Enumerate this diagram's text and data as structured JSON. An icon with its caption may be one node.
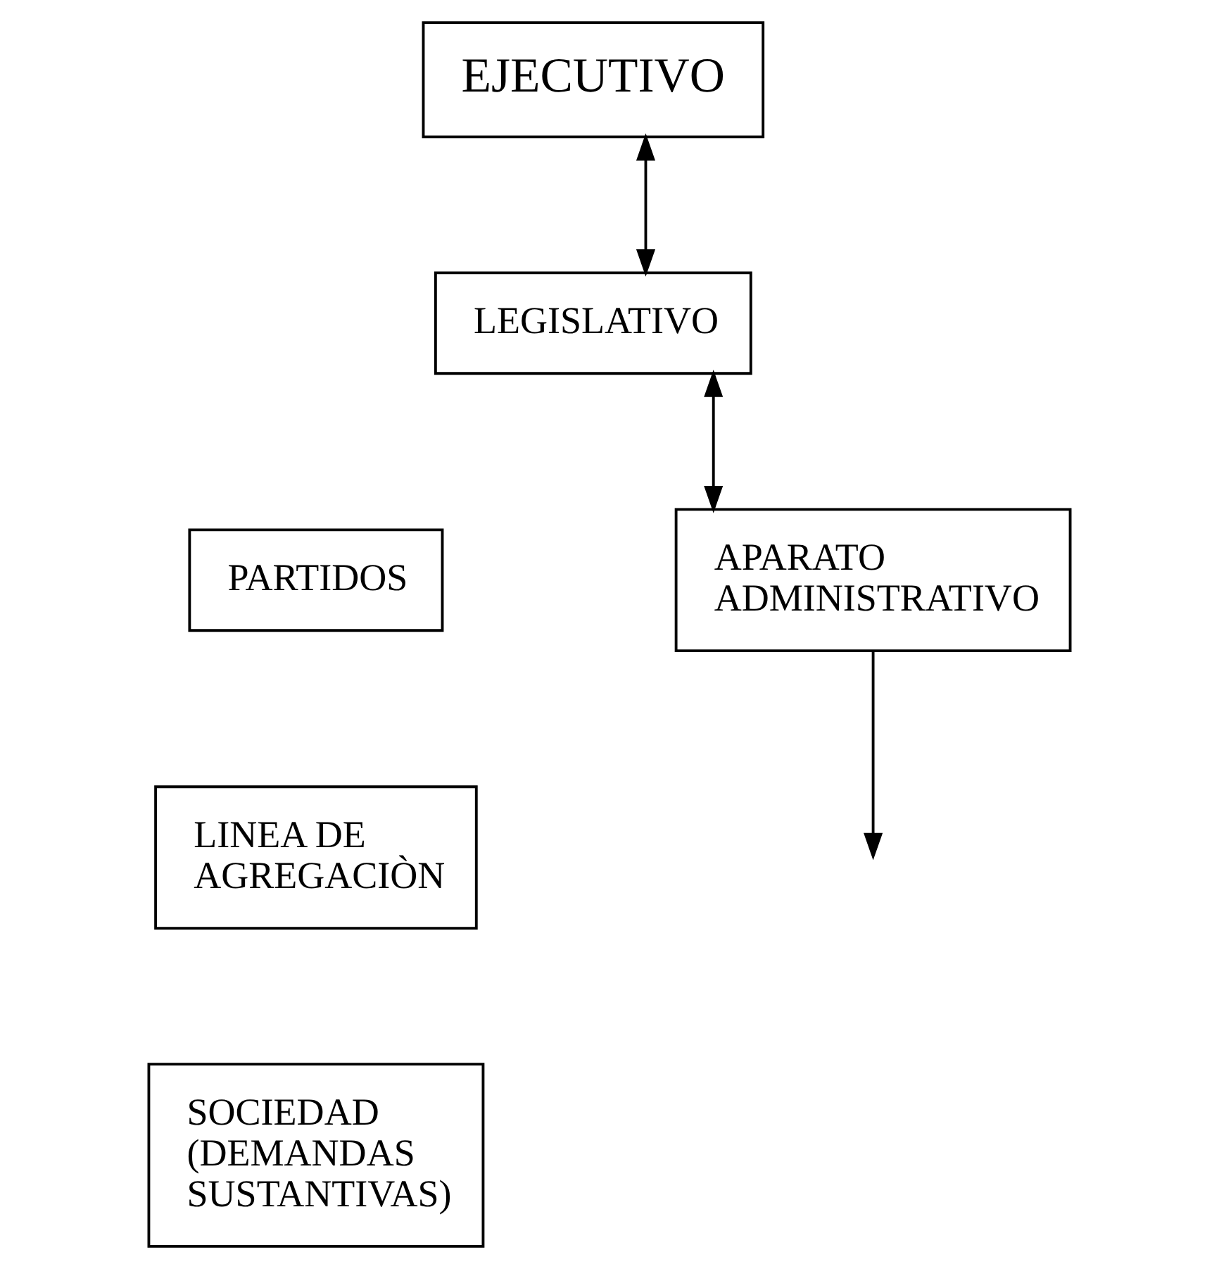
{
  "diagram": {
    "nodes": [
      {
        "text": [
          "EJECUTIVO"
        ]
      },
      {
        "text": [
          "LEGISLATIVO"
        ]
      },
      {
        "text": [
          "PARTIDOS"
        ]
      },
      {
        "text": [
          "APARATO ADMINISTRATIVO"
        ]
      },
      {
        "text": [
          "LINEA DE AGREGACIÒN"
        ]
      },
      {
        "text": [
          "SOCIEDAD (DEMANDAS SUSTANTIVAS)"
        ]
      }
    ],
    "edges": [
      {
        "from": 0,
        "to": 1,
        "arrow": "both"
      },
      {
        "from": 1,
        "to": 3,
        "arrow": "both"
      },
      {
        "from": 3,
        "to": null,
        "arrow": "to"
      }
    ]
  }
}
